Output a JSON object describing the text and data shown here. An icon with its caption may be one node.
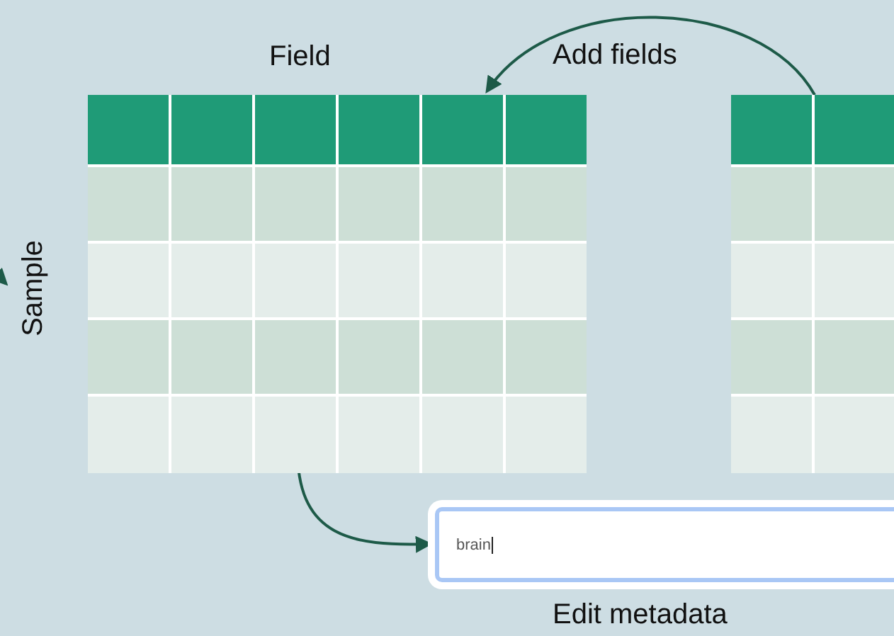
{
  "diagram": {
    "nodes": [
      {
        "text": [
          "Field",
          "Sample"
        ]
      },
      {
        "text": [],
        "shape": "box"
      },
      {
        "text": [
          "brain",
          "Edit metadata"
        ]
      }
    ],
    "edges": [
      {
        "from": 1,
        "to": 0,
        "arrow": "to",
        "label": "Add fields"
      },
      {
        "from": 0,
        "to": 2,
        "arrow": "to"
      },
      {
        "from": null,
        "to": 0,
        "arrow": "to"
      }
    ]
  }
}
